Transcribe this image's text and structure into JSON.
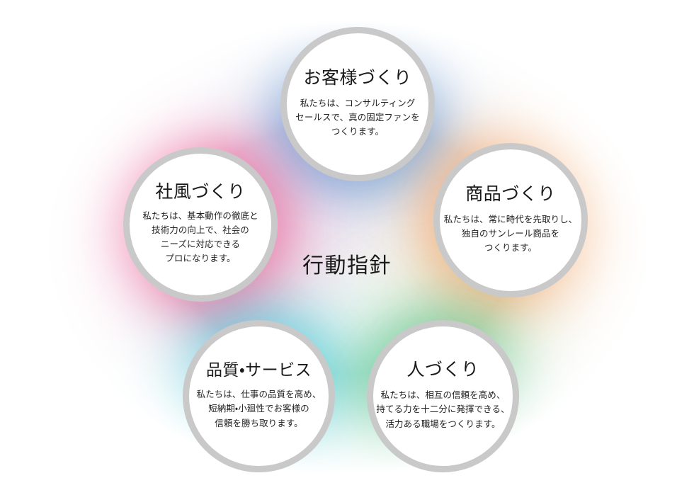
{
  "center": {
    "label": "行動指針"
  },
  "nodes": [
    {
      "id": "customer",
      "title": "お客様づくり",
      "lines": [
        "私たちは、コンサルティング",
        "セールスで、真の固定ファンを",
        "つくります。"
      ],
      "glow_color": "#1b62b5",
      "wash_color": "#6f9ad6"
    },
    {
      "id": "culture",
      "title": "社風づくり",
      "lines": [
        "私たちは、基本動作の徹底と",
        "技術力の向上で、社会の",
        "ニーズに対応できる",
        "プロになります。"
      ],
      "glow_color": "#e8256b",
      "wash_color": "#e croak"
    },
    {
      "id": "product",
      "title": "商品づくり",
      "lines": [
        "私たちは、常に時代を先取りし、",
        "独自のサンレール商品を",
        "つくります。"
      ],
      "glow_color": "#f08030",
      "wash_color": "#f0a868"
    },
    {
      "id": "quality",
      "title": "品質・サービス",
      "lines": [
        "私たちは、仕事の品質を高め、",
        "短納期・小廻性でお客様の",
        "信頼を勝ち取ります。"
      ],
      "glow_color": "#00b2c8",
      "wash_color": "#5fd0dc"
    },
    {
      "id": "people",
      "title": "人づくり",
      "lines": [
        "私たちは、相互の信頼を高め、",
        "持てる力を十二分に発揮できる、",
        "活力ある職場をつくります。"
      ],
      "glow_color": "#1aa758",
      "wash_color": "#6cc98d"
    }
  ],
  "style": {
    "ring_color": "#c9c9c9",
    "background": "#ffffff",
    "text_color": "#1a1a1a"
  }
}
